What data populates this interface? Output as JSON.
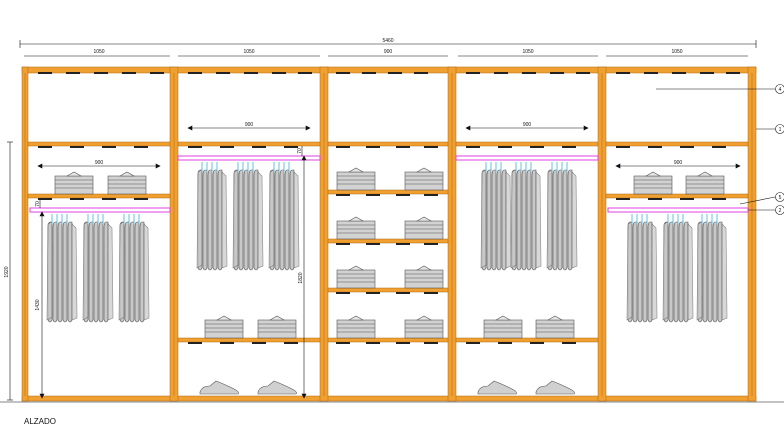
{
  "title": "ALZADO",
  "total_width": "5460",
  "module_widths": [
    "1050",
    "1050",
    "900",
    "1050",
    "1050"
  ],
  "inner_widths": [
    "900",
    "900",
    "900",
    "900"
  ],
  "height_total": "1920",
  "height_rail": "1430",
  "height_center": "1820",
  "rail_drop": "70",
  "callouts": [
    "4",
    "1",
    "5",
    "2"
  ],
  "colors": {
    "frame": "#f0a030",
    "frame_edge": "#b06a10",
    "rail": "#e040e0",
    "hanger": "#5ab8e0",
    "garment": "#c8c8c8",
    "garment_edge": "#555555",
    "line": "#111111"
  }
}
